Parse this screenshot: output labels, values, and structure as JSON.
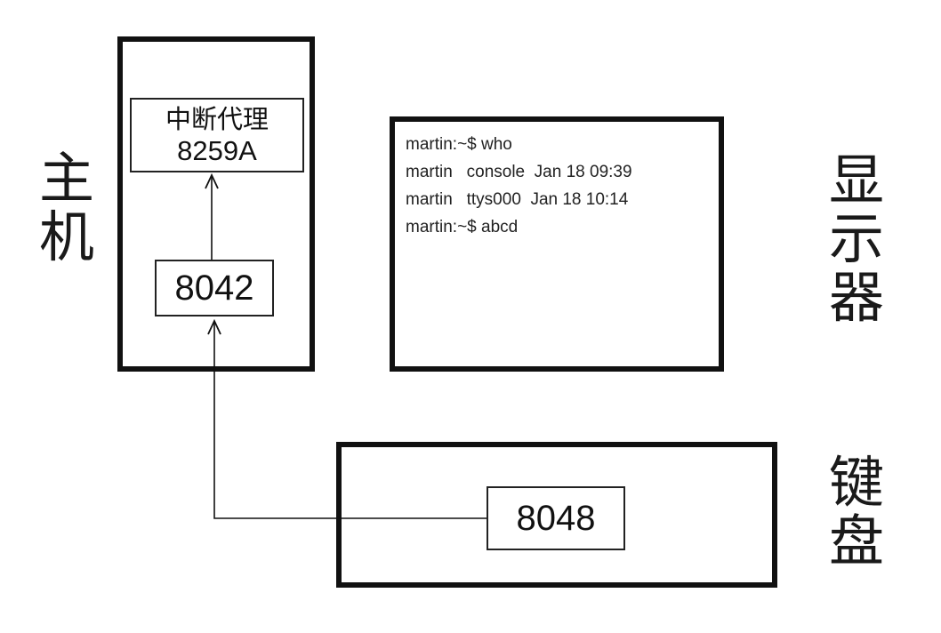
{
  "labels": {
    "host": [
      "主",
      "机"
    ],
    "display": [
      "显",
      "示",
      "器"
    ],
    "keyboard": [
      "键",
      "盘"
    ]
  },
  "host": {
    "interrupt_title": "中断代理",
    "interrupt_chip": "8259A",
    "controller_chip": "8042"
  },
  "keyboard": {
    "chip": "8048"
  },
  "terminal": {
    "lines": [
      "martin:~$ who",
      "martin   console  Jan 18 09:39",
      "martin   ttys000  Jan 18 10:14",
      "martin:~$ abcd"
    ]
  }
}
